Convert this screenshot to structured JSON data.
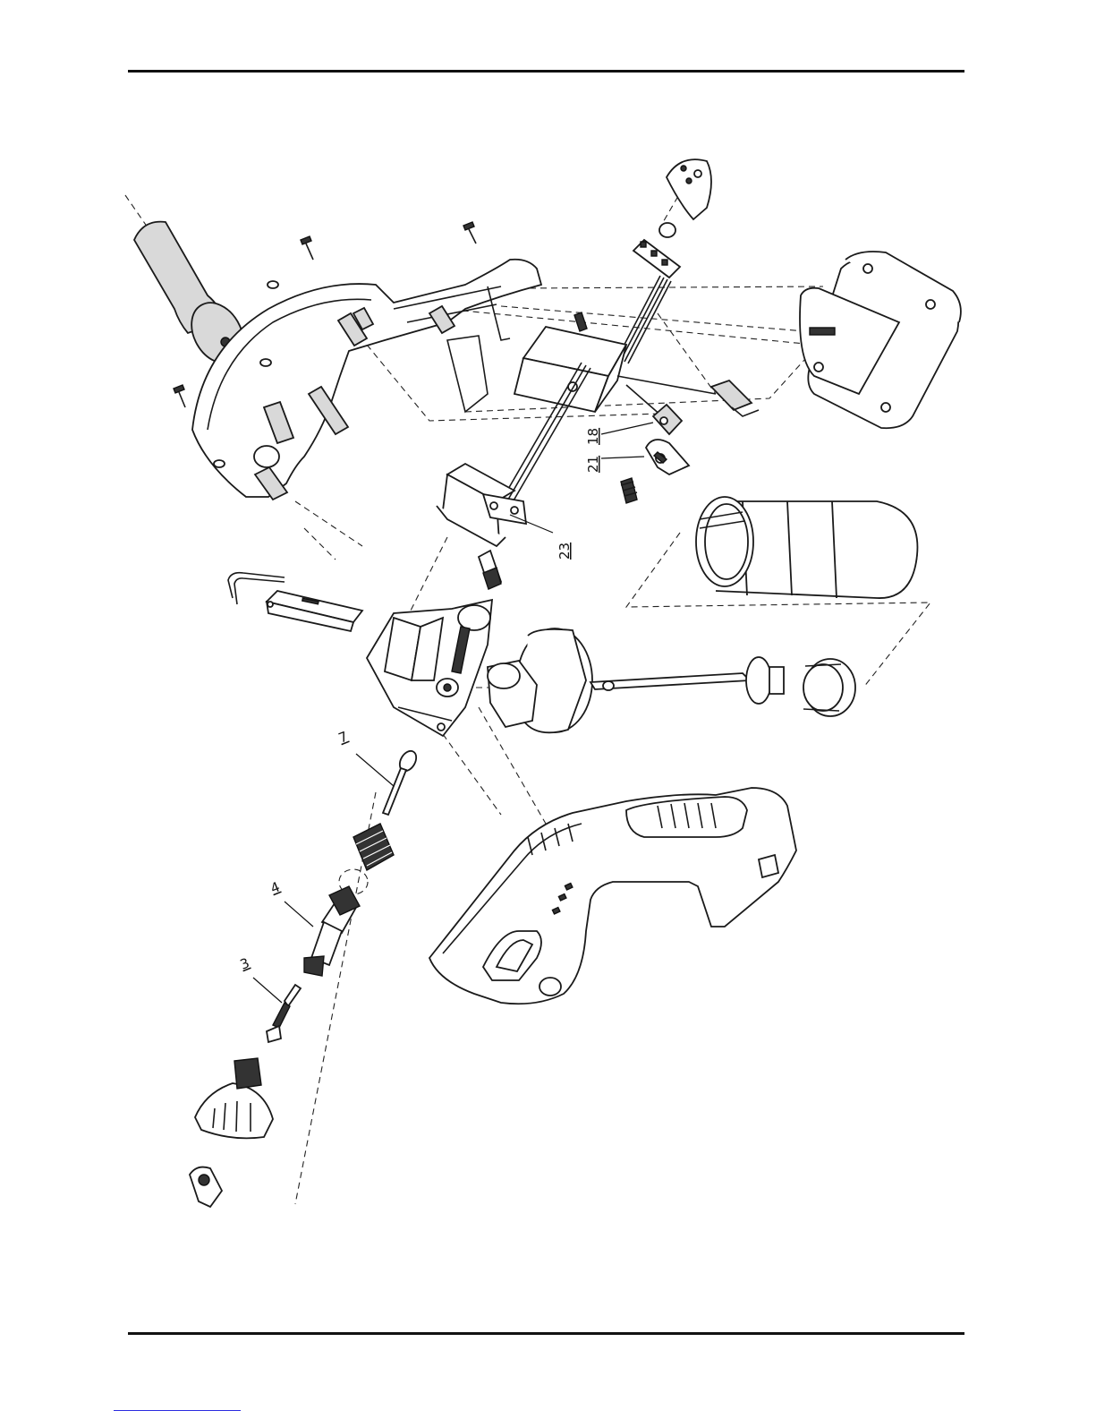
{
  "callouts": {
    "c18": "18",
    "c21": "21",
    "c23": "23",
    "c7": "7",
    "c4": "4",
    "c3": "3"
  },
  "colors": {
    "line": "#1a1a1a",
    "shade": "#d9d9d9",
    "link": "#2a2ae0"
  }
}
